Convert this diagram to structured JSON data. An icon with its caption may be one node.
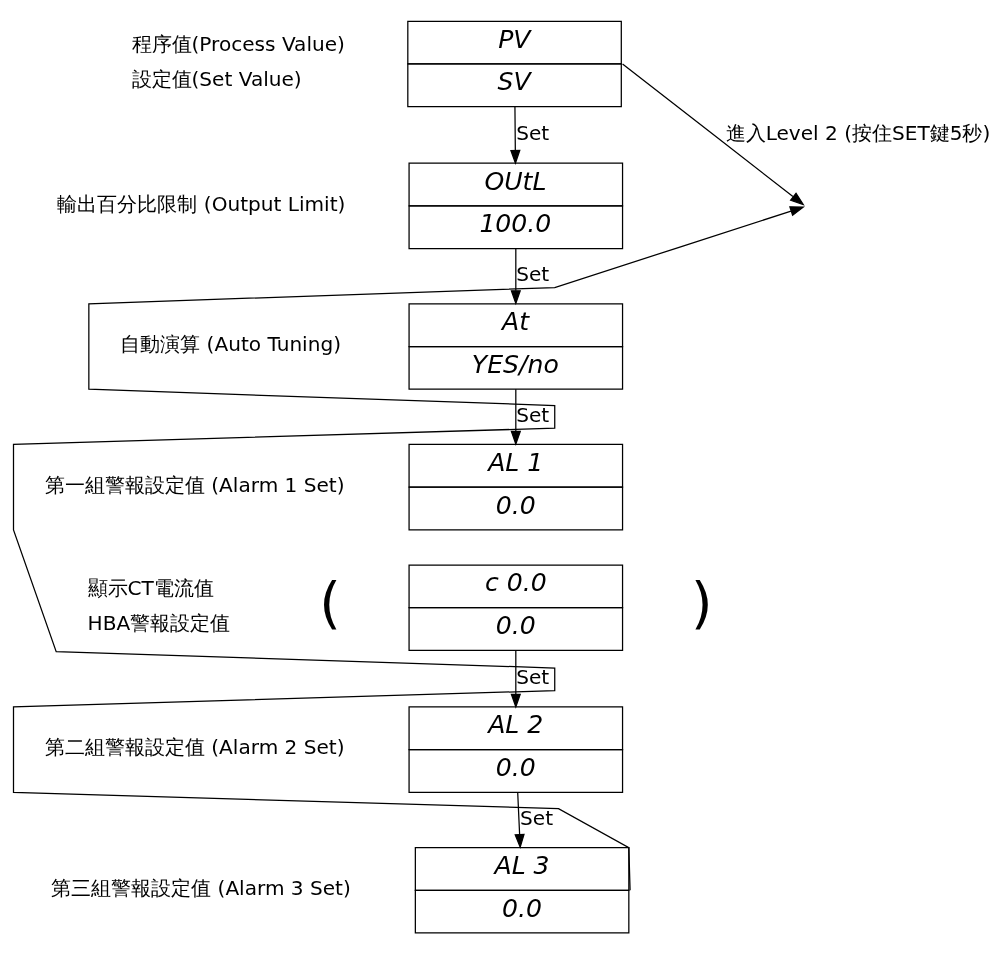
{
  "diagram": {
    "nodes": [
      {
        "text": [
          "PV",
          "SV"
        ],
        "beside": [
          "程序值(Process Value)",
          "設定值(Set Value)"
        ]
      },
      {
        "text": [
          "OUtL",
          "100.0"
        ],
        "beside": [
          "輸出百分比限制 (Output Limit)"
        ]
      },
      {
        "text": [
          "At",
          "YES/no"
        ],
        "beside": [
          "自動演算 (Auto Tuning)"
        ]
      },
      {
        "text": [
          "AL 1",
          "0.0"
        ],
        "beside": [
          "第一組警報設定值 (Alarm 1 Set)"
        ]
      },
      {
        "text": [
          "c 0.0",
          "0.0"
        ],
        "beside": [
          "顯示CT電流值",
          "HBA警報設定值"
        ]
      },
      {
        "text": [
          "AL 2",
          "0.0"
        ],
        "beside": [
          "第二組警報設定值 (Alarm 2 Set)"
        ]
      },
      {
        "text": [
          "AL 3",
          "0.0"
        ],
        "beside": [
          "第三組警報設定值 (Alarm 3 Set)"
        ]
      }
    ],
    "edges": [
      {
        "from": 0,
        "to": 1,
        "arrow": "to",
        "label": "Set"
      },
      {
        "from": 1,
        "to": 2,
        "arrow": "to",
        "label": "Set"
      },
      {
        "from": 2,
        "to": 3,
        "arrow": "to",
        "label": "Set"
      },
      {
        "from": 4,
        "to": 5,
        "arrow": "to",
        "label": "Set"
      },
      {
        "from": 5,
        "to": 6,
        "arrow": "to",
        "label": "Set"
      },
      {
        "from": 0,
        "to": null,
        "arrow": "to",
        "label": "進入Level 2 (按住SET鍵5秒)"
      },
      {
        "from": 6,
        "to": null,
        "arrow": "to"
      }
    ],
    "labels": [
      "(",
      ")"
    ]
  }
}
